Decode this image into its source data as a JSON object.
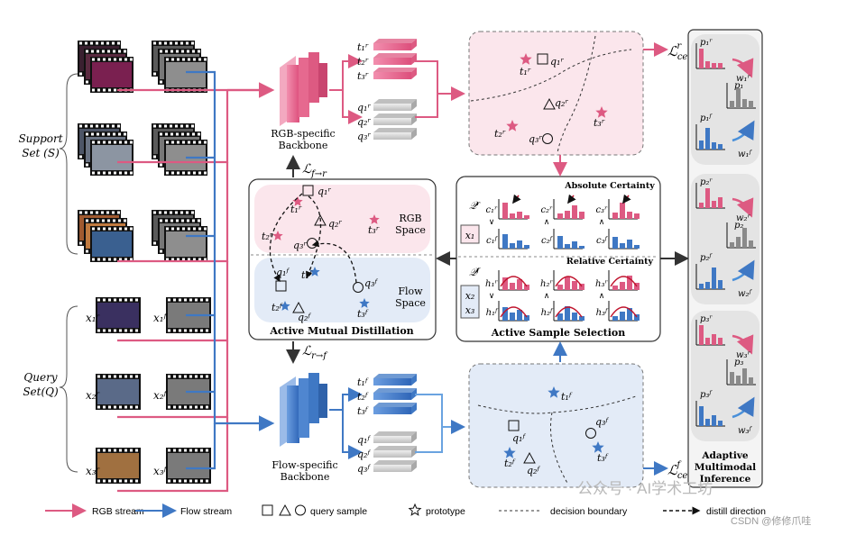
{
  "support": {
    "title": "Support",
    "subtitle": "Set (S)"
  },
  "query": {
    "title": "Query",
    "subtitle": "Set(Q)",
    "rgb_labels": [
      "x₁ʳ",
      "x₂ʳ",
      "x₃ʳ"
    ],
    "flow_labels": [
      "x₁ᶠ",
      "x₂ᶠ",
      "x₃ᶠ"
    ]
  },
  "rgb_backbone": {
    "line1": "RGB-specific",
    "line2": "Backbone"
  },
  "flow_backbone": {
    "line1": "Flow-specific",
    "line2": "Backbone"
  },
  "rgb_features": {
    "prototypes": [
      "t₁ʳ",
      "t₂ʳ",
      "t₃ʳ"
    ],
    "queries": [
      "q₁ʳ",
      "q₂ʳ",
      "q₃ʳ"
    ]
  },
  "flow_features": {
    "prototypes": [
      "t₁ᶠ",
      "t₂ᶠ",
      "t₃ᶠ"
    ],
    "queries": [
      "q₁ᶠ",
      "q₂ᶠ",
      "q₃ᶠ"
    ]
  },
  "rgb_embedding": {
    "labels": [
      "t₁ʳ",
      "q₁ʳ",
      "q₂ʳ",
      "t₂ʳ",
      "q₃ʳ",
      "t₃ʳ"
    ]
  },
  "flow_embedding": {
    "labels": [
      "t₁ᶠ",
      "q₁ᶠ",
      "q₃ᶠ",
      "t₃ᶠ",
      "t₂ᶠ",
      "q₂ᶠ"
    ]
  },
  "losses": {
    "ce_rgb": "ℒ",
    "ce_rgb_sub": "ce",
    "ce_rgb_sup": "r",
    "ce_flow_sub": "ce",
    "ce_flow_sup": "f",
    "f_to_r": "ℒ",
    "f_to_r_sub": "f→r",
    "r_to_f": "ℒ",
    "r_to_f_sub": "r→f"
  },
  "distill": {
    "title": "Active Mutual Distillation",
    "rgb_space": [
      "RGB",
      "Space"
    ],
    "flow_space": [
      "Flow",
      "Space"
    ],
    "rgb_labels": [
      "q₁ʳ",
      "t₁ʳ",
      "q₂ʳ",
      "t₃ʳ",
      "t₂ʳ",
      "q₃ʳ"
    ],
    "flow_labels": [
      "q₁ᶠ",
      "t₁ᶠ",
      "q₃ᶠ",
      "t₂ᶠ",
      "q₂ᶠ",
      "t₃ᶠ"
    ]
  },
  "selection": {
    "title": "Active Sample Selection",
    "absolute": "Absolute Certainty",
    "relative": "Relative Certainty",
    "Qr": "𝒬ʳ",
    "Qf": "𝒬ᶠ",
    "x1": "x₁",
    "x2": "x₂",
    "x3": "x₃",
    "c_top": [
      "c₁ʳ",
      "c₂ʳ",
      "c₃ʳ"
    ],
    "c_bot": [
      "c₁ᶠ",
      "c₂ᶠ",
      "c₃ᶠ"
    ],
    "c_cmp": [
      "∨",
      "∧",
      "∧"
    ],
    "h_top": [
      "h₁ʳ",
      "h₂ʳ",
      "h₃ʳ"
    ],
    "h_bot": [
      "h₁ᶠ",
      "h₂ᶠ",
      "h₃ᶠ"
    ],
    "h_cmp": [
      "∨",
      "∧",
      "∧"
    ]
  },
  "inference": {
    "title": [
      "Adaptive",
      "Multimodal",
      "Inference"
    ],
    "rows": [
      {
        "pr": "p₁ʳ",
        "wr": "w₁ʳ",
        "p": "p₁",
        "pf": "p₁ᶠ",
        "wf": "w₁ᶠ"
      },
      {
        "pr": "p₂ʳ",
        "wr": "w₂ʳ",
        "p": "p₂",
        "pf": "p₂ᶠ",
        "wf": "w₂ᶠ"
      },
      {
        "pr": "p₃ʳ",
        "wr": "w₃ʳ",
        "p": "p₃",
        "pf": "p₃ᶠ",
        "wf": "w₃ᶠ"
      }
    ]
  },
  "legend": {
    "rgb_stream": "RGB stream",
    "flow_stream": "Flow stream",
    "query_sample": "query sample",
    "prototype": "prototype",
    "decision_boundary": "decision boundary",
    "distill_direction": "distill direction"
  },
  "watermark": {
    "wechat": "公众号 · AI学术工坊",
    "csdn": "CSDN @修修爪哇"
  },
  "colors": {
    "rgb": "#dd5a82",
    "flow": "#3f78c4",
    "rgb_bg": "#fbe6ec",
    "flow_bg": "#e3ebf7"
  }
}
